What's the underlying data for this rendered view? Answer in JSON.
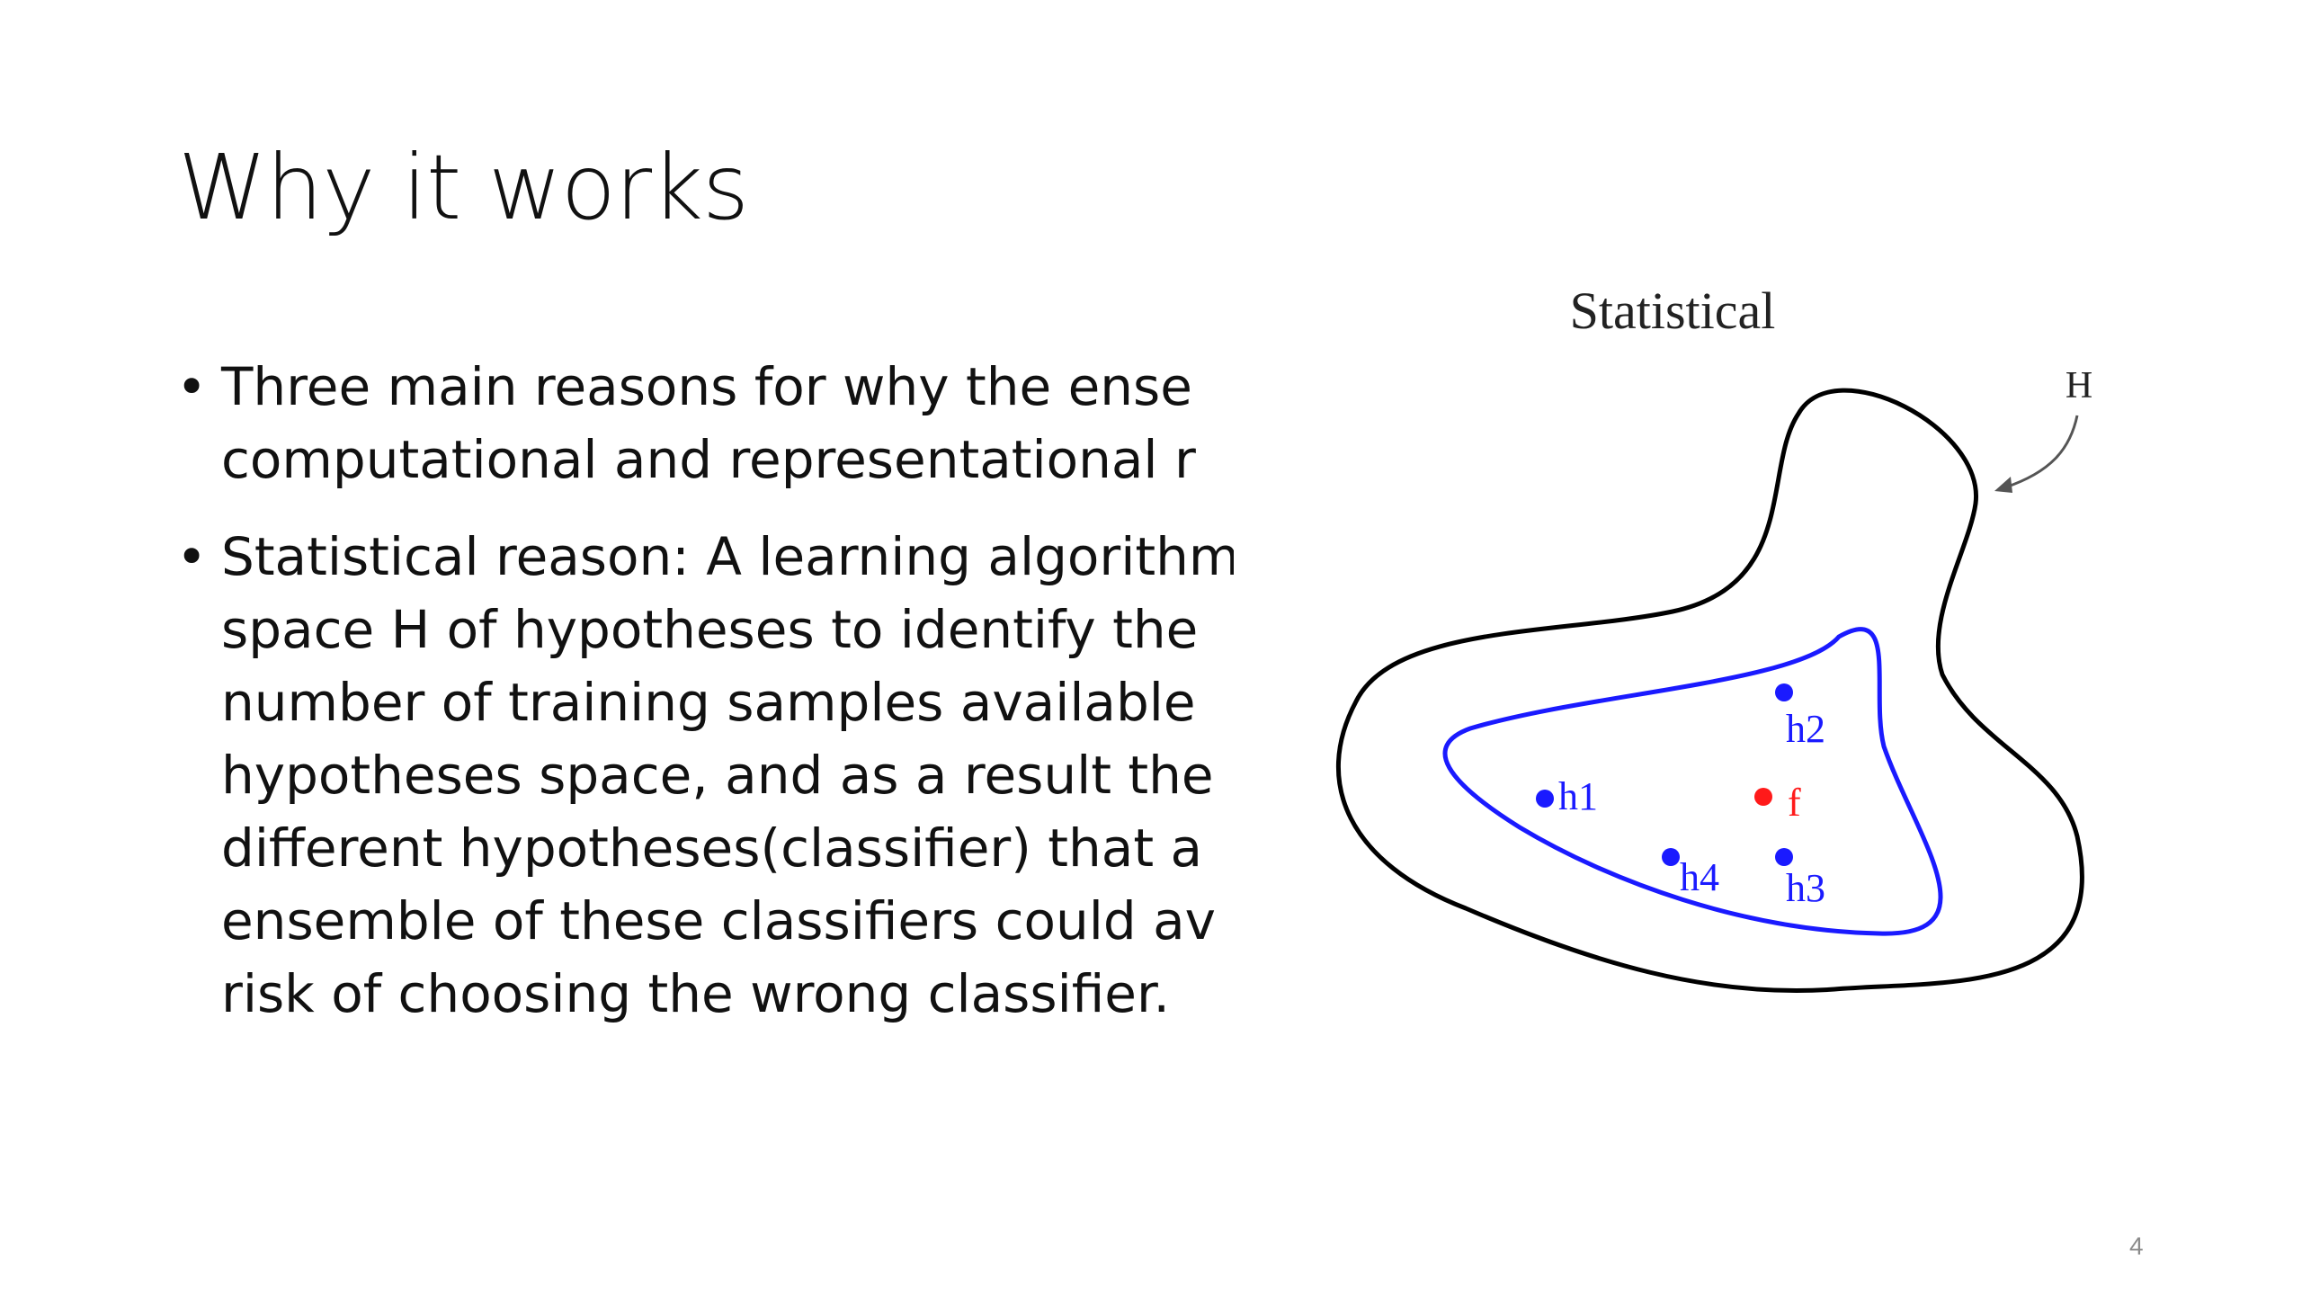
{
  "slide": {
    "title": "Why it works",
    "bullets": [
      {
        "marker": "•",
        "lines": [
          "Three main reasons for why the ense",
          "computational and representational r"
        ]
      },
      {
        "marker": "•",
        "lines": [
          "Statistical reason: A learning algorithm",
          "space H of hypotheses to identify the",
          "number of training samples available",
          "hypotheses space, and as a result the",
          "different hypotheses(classifier) that a",
          "ensemble of these classifiers could av",
          "risk of choosing the wrong classifier."
        ]
      }
    ],
    "page_number": "4"
  },
  "figure": {
    "title": "Statistical",
    "outer_label": "H",
    "points": [
      {
        "label": "h1",
        "color": "#1a1aff"
      },
      {
        "label": "h2",
        "color": "#1a1aff"
      },
      {
        "label": "f",
        "color": "#ff1a1a"
      },
      {
        "label": "h4",
        "color": "#1a1aff"
      },
      {
        "label": "h3",
        "color": "#1a1aff"
      }
    ],
    "colors": {
      "outer_curve": "#000000",
      "inner_curve": "#1a1aff",
      "hypothesis_point": "#1a1aff",
      "true_function_point": "#ff1a1a"
    }
  }
}
